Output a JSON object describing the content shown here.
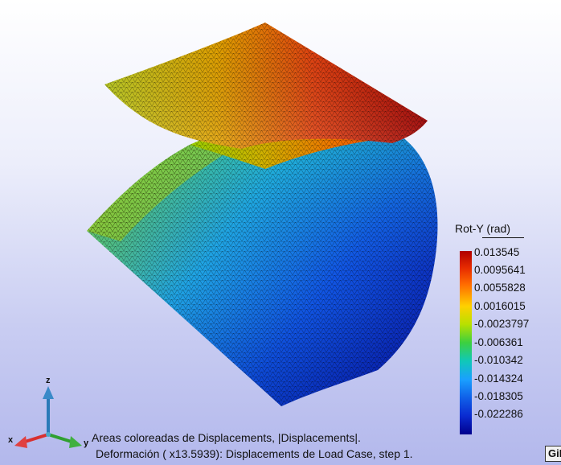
{
  "legend": {
    "title": "Rot-Y (rad)",
    "ticks": [
      "0.013545",
      "0.0095641",
      "0.0055828",
      "0.0016015",
      "-0.0023797",
      "-0.006361",
      "-0.010342",
      "-0.014324",
      "-0.018305",
      "-0.022286"
    ],
    "colors": [
      "#b00000",
      "#e62a00",
      "#ff6a00",
      "#ffd000",
      "#b8e000",
      "#3cd040",
      "#10c8b8",
      "#1aa0ff",
      "#1060e8",
      "#00008c"
    ]
  },
  "caption": {
    "line1": "Areas coloreadas de Displacements, |Displacements|.",
    "line2": "Deformación ( x13.5939): Displacements de Load Case, step 1."
  },
  "axes": {
    "x": "x",
    "y": "y",
    "z": "z"
  },
  "logo_text": "GiD"
}
